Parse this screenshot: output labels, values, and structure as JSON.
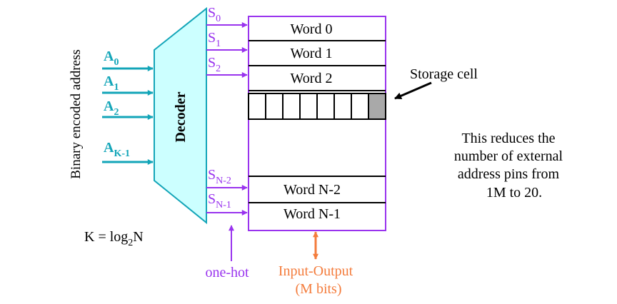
{
  "address_label": "Binary encoded address",
  "inputs": [
    {
      "letter": "A",
      "sub": "0"
    },
    {
      "letter": "A",
      "sub": "1"
    },
    {
      "letter": "A",
      "sub": "2"
    },
    {
      "letter": "A",
      "sub": "K-1"
    }
  ],
  "decoder_label": "Decoder",
  "selects": [
    {
      "letter": "S",
      "sub": "0"
    },
    {
      "letter": "S",
      "sub": "1"
    },
    {
      "letter": "S",
      "sub": "2"
    },
    {
      "letter": "S",
      "sub": "N-2"
    },
    {
      "letter": "S",
      "sub": "N-1"
    }
  ],
  "words": [
    "Word 0",
    "Word 1",
    "Word 2",
    "Word N-2",
    "Word N-1"
  ],
  "storage_cell_label": "Storage cell",
  "note_lines": [
    "This reduces the",
    "number of external",
    "address pins from",
    "1M to 20."
  ],
  "formula": {
    "prefix": "K = log",
    "sub": "2",
    "suffix": "N"
  },
  "one_hot_label": "one-hot",
  "io_label": [
    "Input-Output",
    "(M bits)"
  ],
  "colors": {
    "address_arrow": "#13a5b8",
    "decoder_fill": "#ccffff",
    "select_arrow": "#9933ee",
    "memory_border": "#9933ee",
    "io_arrow": "#f47c3c",
    "storage_cell_fill": "#a9a9a9"
  }
}
